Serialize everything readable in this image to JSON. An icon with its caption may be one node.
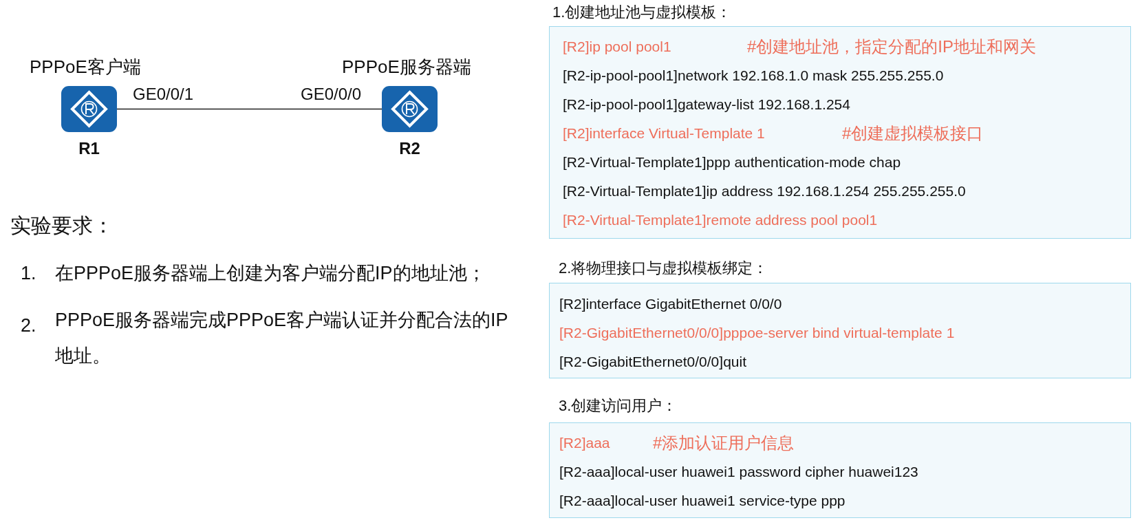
{
  "diagram": {
    "nodes": [
      {
        "text": [
          "R1"
        ],
        "beside": [
          "PPPoE客户端"
        ]
      },
      {
        "text": [
          "R2"
        ],
        "beside": [
          "PPPoE服务器端"
        ]
      },
      {
        "text": [
          "1.创建地址池与虚拟模板：",
          "[R2]ip pool pool1",
          "#创建地址池，指定分配的IP地址和网关",
          "[R2-ip-pool-pool1]network 192.168.1.0 mask 255.255.255.0",
          "[R2-ip-pool-pool1]gateway-list 192.168.1.254",
          "[R2]interface Virtual-Template 1",
          "#创建虚拟模板接口",
          "[R2-Virtual-Template1]ppp authentication-mode chap",
          "[R2-Virtual-Template1]ip address 192.168.1.254 255.255.255.0",
          "[R2-Virtual-Template1]remote address pool pool1"
        ]
      },
      {
        "text": [
          "2.将物理接口与虚拟模板绑定：",
          "[R2]interface GigabitEthernet 0/0/0",
          "[R2-GigabitEthernet0/0/0]pppoe-server bind virtual-template 1",
          "[R2-GigabitEthernet0/0/0]quit"
        ]
      },
      {
        "text": [
          "3.创建访问用户：",
          "[R2]aaa",
          "#添加认证用户信息",
          "[R2-aaa]local-user huawei1 password cipher huawei123",
          "[R2-aaa]local-user huawei1 service-type ppp"
        ]
      }
    ],
    "edges": [
      {
        "from": 0,
        "to": 1,
        "arrow": "none"
      }
    ],
    "labels": [
      "GE0/0/1",
      "GE0/0/0",
      "实验要求：",
      "1.",
      "在PPPoE服务器端上创建为客户端分配IP的地址池；",
      "2.",
      "PPPoE服务器端完成PPPoE客户端认证并分配合法的IP地址。"
    ]
  }
}
